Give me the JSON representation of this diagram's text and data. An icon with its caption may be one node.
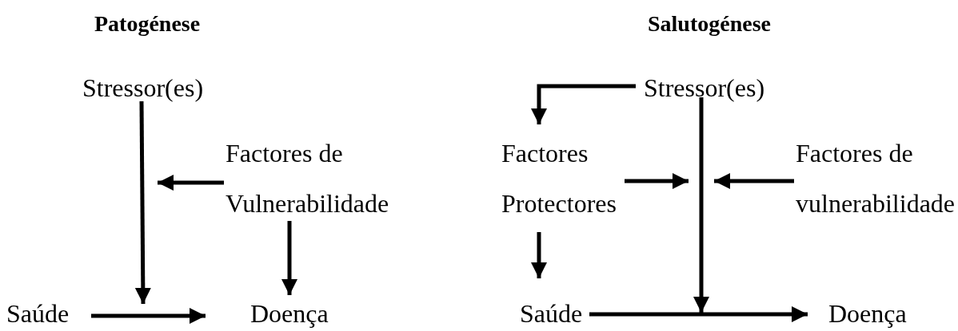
{
  "diagram": {
    "nodes": [
      {
        "text": [
          "Stressor(es)"
        ]
      },
      {
        "text": [
          "Factores de Vulnerabilidade"
        ]
      },
      {
        "text": [
          "Saúde"
        ]
      },
      {
        "text": [
          "Doença"
        ]
      },
      {
        "text": [
          "Stressor(es)"
        ]
      },
      {
        "text": [
          "Factores Protectores"
        ]
      },
      {
        "text": [
          "Factores de vulnerabilidade"
        ]
      },
      {
        "text": [
          "Saúde"
        ]
      },
      {
        "text": [
          "Doença"
        ]
      }
    ],
    "edges": [
      {
        "from": 0,
        "to": null,
        "arrow": "to"
      },
      {
        "from": 1,
        "to": null,
        "arrow": "to"
      },
      {
        "from": 1,
        "to": 3,
        "arrow": "to"
      },
      {
        "from": 2,
        "to": 3,
        "arrow": "to"
      },
      {
        "from": 4,
        "to": 5,
        "arrow": "to"
      },
      {
        "from": 4,
        "to": null,
        "arrow": "to"
      },
      {
        "from": 5,
        "to": null,
        "arrow": "to"
      },
      {
        "from": 6,
        "to": null,
        "arrow": "to"
      },
      {
        "from": 5,
        "to": 7,
        "arrow": "to"
      },
      {
        "from": 7,
        "to": 8,
        "arrow": "to"
      }
    ],
    "labels": [
      "Patogénese",
      "Salutogénese"
    ]
  }
}
